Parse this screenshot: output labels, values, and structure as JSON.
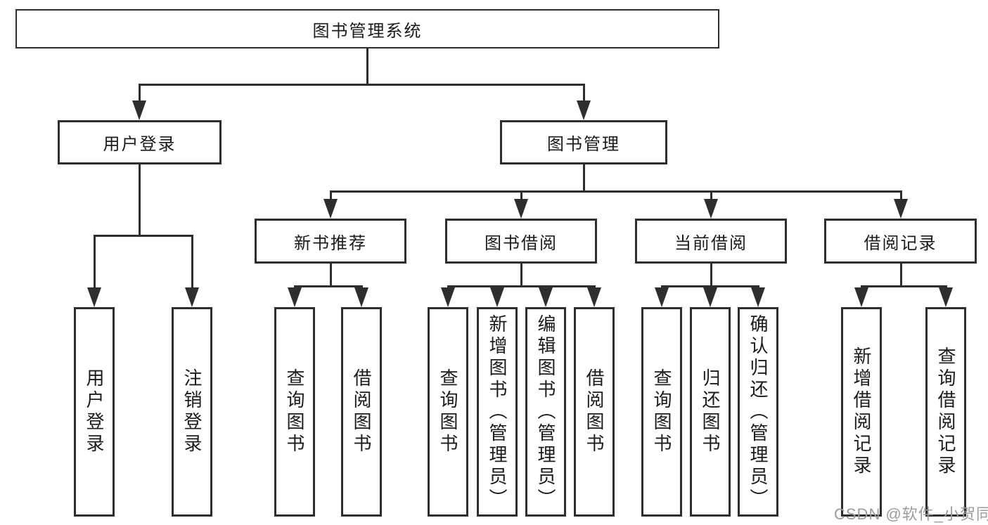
{
  "nodes": {
    "root": {
      "label": "图书管理系统"
    },
    "level1": [
      {
        "label": "用户登录"
      },
      {
        "label": "图书管理"
      }
    ],
    "level2": [
      {
        "label": "新书推荐",
        "parent": "图书管理"
      },
      {
        "label": "图书借阅",
        "parent": "图书管理"
      },
      {
        "label": "当前借阅",
        "parent": "图书管理"
      },
      {
        "label": "借阅记录",
        "parent": "图书管理"
      }
    ],
    "leaves": [
      {
        "label": "用户登录",
        "parent": "用户登录"
      },
      {
        "label": "注销登录",
        "parent": "用户登录"
      },
      {
        "label": "查询图书",
        "parent": "新书推荐"
      },
      {
        "label": "借阅图书",
        "parent": "新书推荐"
      },
      {
        "label": "查询图书",
        "parent": "图书借阅"
      },
      {
        "label": "新增图书（管理员）",
        "parent": "图书借阅"
      },
      {
        "label": "编辑图书（管理员）",
        "parent": "图书借阅"
      },
      {
        "label": "借阅图书",
        "parent": "图书借阅"
      },
      {
        "label": "查询图书",
        "parent": "当前借阅"
      },
      {
        "label": "归还图书",
        "parent": "当前借阅"
      },
      {
        "label": "确认归还（管理员）",
        "parent": "当前借阅"
      },
      {
        "label": "新增借阅记录",
        "parent": "借阅记录"
      },
      {
        "label": "查询借阅记录",
        "parent": "借阅记录"
      }
    ]
  },
  "watermark": {
    "text": "CSDN @软件_小贺同学"
  },
  "colors": {
    "line": "#2e2e2e",
    "text": "#1b1b1b",
    "watermark": "#9c9c9c",
    "background": "#ffffff"
  }
}
